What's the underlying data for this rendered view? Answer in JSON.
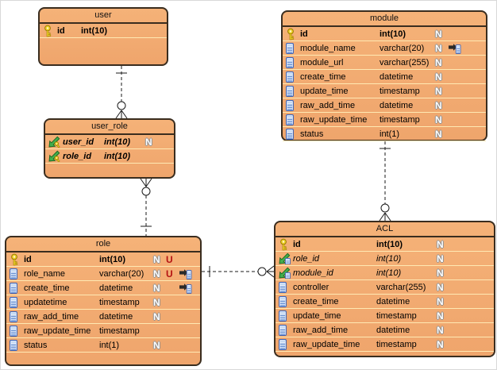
{
  "badges": {
    "not_null": "N",
    "unique": "U"
  },
  "tables": {
    "user": {
      "title": "user",
      "rows": [
        {
          "name": "id",
          "type": "int(10)"
        }
      ]
    },
    "module": {
      "title": "module",
      "rows": [
        {
          "name": "id",
          "type": "int(10)"
        },
        {
          "name": "module_name",
          "type": "varchar(20)"
        },
        {
          "name": "module_url",
          "type": "varchar(255)"
        },
        {
          "name": "create_time",
          "type": "datetime"
        },
        {
          "name": "update_time",
          "type": "timestamp"
        },
        {
          "name": "raw_add_time",
          "type": "datetime"
        },
        {
          "name": "raw_update_time",
          "type": "timestamp"
        },
        {
          "name": "status",
          "type": "int(1)"
        }
      ]
    },
    "user_role": {
      "title": "user_role",
      "rows": [
        {
          "name": "user_id",
          "type": "int(10)"
        },
        {
          "name": "role_id",
          "type": "int(10)"
        }
      ]
    },
    "role": {
      "title": "role",
      "rows": [
        {
          "name": "id",
          "type": "int(10)"
        },
        {
          "name": "role_name",
          "type": "varchar(20)"
        },
        {
          "name": "create_time",
          "type": "datetime"
        },
        {
          "name": "updatetime",
          "type": "timestamp"
        },
        {
          "name": "raw_add_time",
          "type": "datetime"
        },
        {
          "name": "raw_update_time",
          "type": "timestamp"
        },
        {
          "name": "status",
          "type": "int(1)"
        }
      ]
    },
    "acl": {
      "title": "ACL",
      "rows": [
        {
          "name": "id",
          "type": "int(10)"
        },
        {
          "name": "role_id",
          "type": "int(10)"
        },
        {
          "name": "module_id",
          "type": "int(10)"
        },
        {
          "name": "controller",
          "type": "varchar(255)"
        },
        {
          "name": "create_time",
          "type": "datetime"
        },
        {
          "name": "update_time",
          "type": "timestamp"
        },
        {
          "name": "raw_add_time",
          "type": "datetime"
        },
        {
          "name": "raw_update_time",
          "type": "timestamp"
        }
      ]
    }
  },
  "relationships": [
    {
      "parent": "user",
      "child": "user_role",
      "parent_cardinality": "one",
      "child_cardinality": "zero-or-many",
      "line_style": "dashed"
    },
    {
      "parent": "role",
      "child": "user_role",
      "parent_cardinality": "one",
      "child_cardinality": "zero-or-many",
      "line_style": "dashed"
    },
    {
      "parent": "module",
      "child": "ACL",
      "parent_cardinality": "one",
      "child_cardinality": "zero-or-many",
      "line_style": "dashed"
    },
    {
      "parent": "role",
      "child": "ACL",
      "parent_cardinality": "one",
      "child_cardinality": "zero-or-many",
      "line_style": "dashed"
    }
  ],
  "colors": {
    "table_fill": "#F1A871",
    "table_border": "#3A2D1F",
    "row_divider": "#FFE9B3",
    "connector": "#1A1A1A",
    "fk_arrow_green": "#44AD4C",
    "pk_key_yellow": "#EFD028",
    "unique_badge_red": "#B31212",
    "not_null_badge": "#FFFFFF",
    "column_icon_blue": "#3A62B5"
  }
}
